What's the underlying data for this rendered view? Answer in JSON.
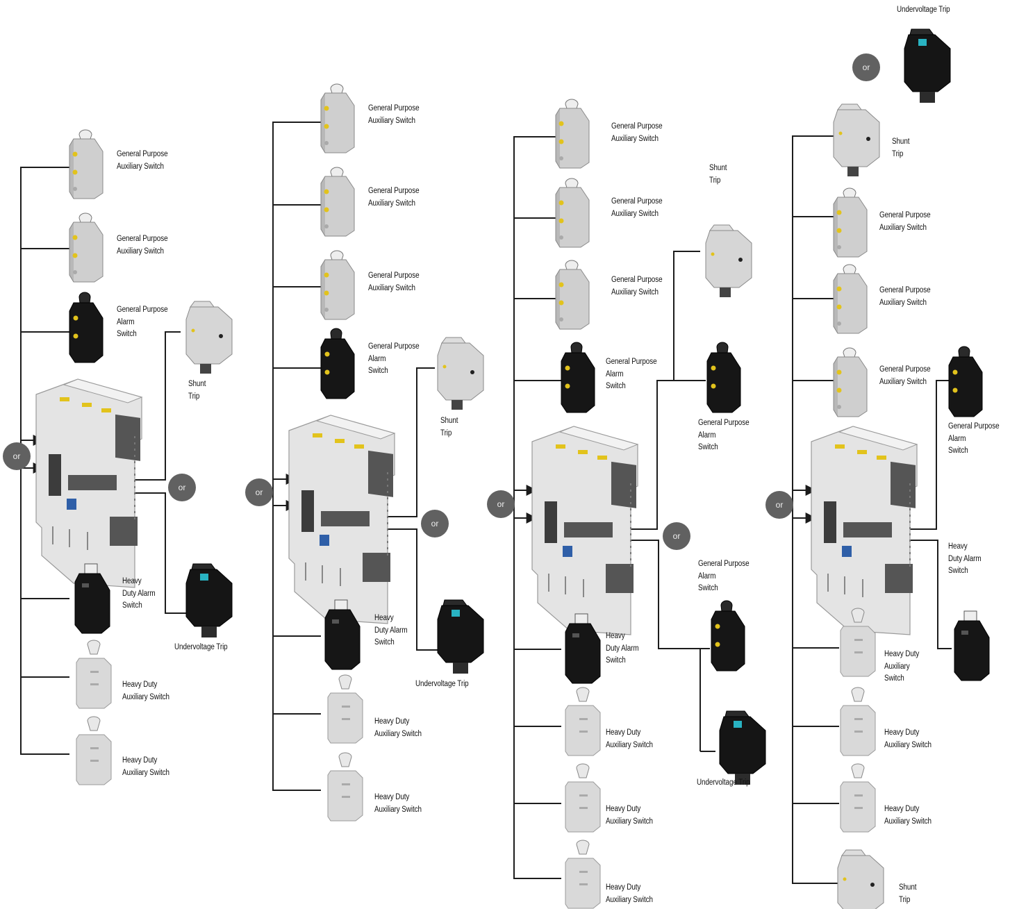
{
  "labels": {
    "gpas": "General Purpose\nAuxiliary Switch",
    "gpal": "General Purpose\nAlarm\nSwitch",
    "hdal": "Heavy\nDuty Alarm\nSwitch",
    "hdas": "Heavy Duty\nAuxiliary Switch",
    "hdas3": "Heavy Duty\nAuxiliary\nSwitch",
    "shunt": "Shunt\nTrip",
    "uv": "Undervoltage Trip",
    "or": "or"
  },
  "colors": {
    "line": "#1c1c1c",
    "or_badge": "#616161",
    "switch_grey": "#c8c8c8",
    "switch_black": "#161616",
    "breaker_grey": "#dcdcdc",
    "accent_yellow": "#e2c31c",
    "accent_cyan": "#29b3c2"
  }
}
